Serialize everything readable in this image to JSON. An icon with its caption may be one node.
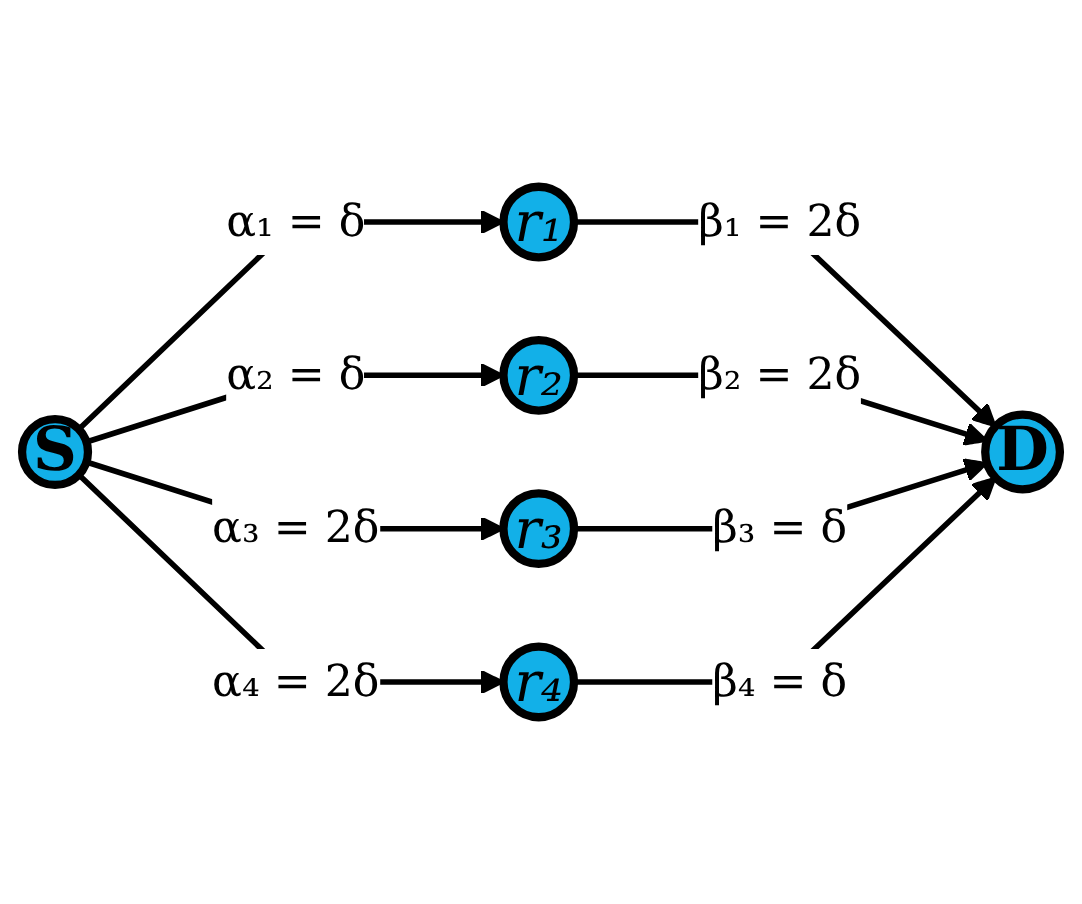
{
  "diagram": {
    "nodes": [
      {
        "text": [
          "S"
        ]
      },
      {
        "text": [
          "r₁"
        ]
      },
      {
        "text": [
          "r₂"
        ]
      },
      {
        "text": [
          "r₃"
        ]
      },
      {
        "text": [
          "r₄"
        ]
      },
      {
        "text": [
          "D"
        ]
      }
    ],
    "edges": [
      {
        "from": 0,
        "to": 1,
        "arrow": "to",
        "label": "α₁ = δ"
      },
      {
        "from": 0,
        "to": 2,
        "arrow": "to",
        "label": "α₂ = δ"
      },
      {
        "from": 0,
        "to": 3,
        "arrow": "to",
        "label": "α₃ = 2δ"
      },
      {
        "from": 0,
        "to": 4,
        "arrow": "to",
        "label": "α₄ = 2δ"
      },
      {
        "from": 1,
        "to": 5,
        "arrow": "to",
        "label": "β₁ = 2δ"
      },
      {
        "from": 2,
        "to": 5,
        "arrow": "to",
        "label": "β₂ = 2δ"
      },
      {
        "from": 3,
        "to": 5,
        "arrow": "to",
        "label": "β₃ = δ"
      },
      {
        "from": 4,
        "to": 5,
        "arrow": "to",
        "label": "β₄ = δ"
      }
    ]
  }
}
